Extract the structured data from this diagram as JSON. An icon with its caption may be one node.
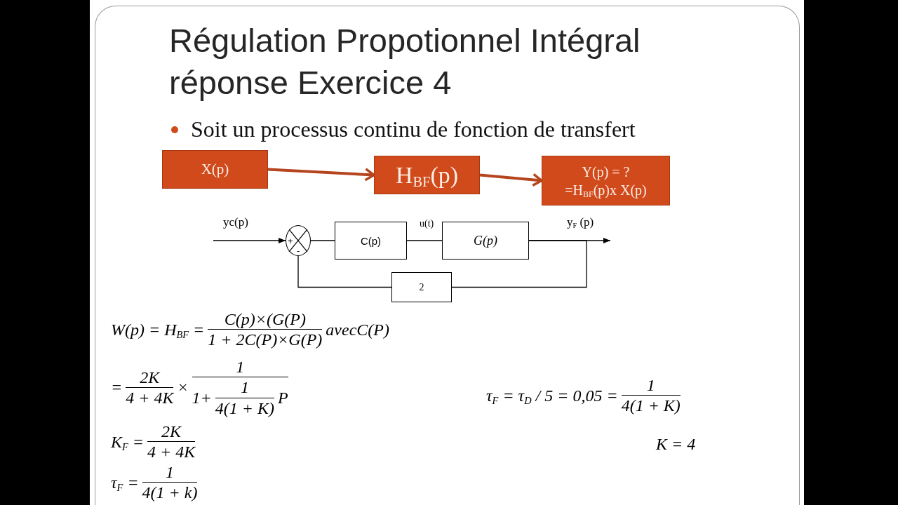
{
  "diagram": {
    "title": "Régulation Propotionnel Intégral réponse Exercice 4",
    "nodes": [
      {
        "text": [
          "X(p)"
        ]
      },
      {
        "text": [
          "H$_{BF}$(p)"
        ]
      },
      {
        "text": [
          "Y(p) = ?",
          "=H$_{BF}$(p)x X(p)"
        ]
      },
      {
        "text": [
          "+",
          "-"
        ]
      },
      {
        "text": [
          "C(p)"
        ]
      },
      {
        "text": [
          "G(p)"
        ]
      },
      {
        "text": [
          "2"
        ]
      }
    ],
    "edges": [
      {
        "from": 0,
        "to": 1,
        "arrow": "to",
        "style": "thick",
        "color": "#b5451f"
      },
      {
        "from": 1,
        "to": 2,
        "arrow": "to",
        "style": "thick",
        "color": "#b5451f"
      },
      {
        "from": null,
        "to": 3,
        "arrow": "to",
        "label": "yc(p)"
      },
      {
        "from": 3,
        "to": 4,
        "arrow": "none"
      },
      {
        "from": 4,
        "to": 5,
        "arrow": "none",
        "label": "u(t)"
      },
      {
        "from": 5,
        "to": null,
        "arrow": "to",
        "label": "y$_{F}$ (p)"
      },
      {
        "from": 5,
        "to": 6,
        "arrow": "none"
      },
      {
        "from": 6,
        "to": 3,
        "arrow": "none"
      }
    ],
    "labels": [
      "Soit un processus continu de fonction de transfert",
      "W(p) = H$_{BF}$ =",
      "C(p)×(G(P)",
      "1 + 2C(P)×G(P)",
      "avecC(P)",
      "=",
      "2K",
      "4 + 4K",
      "×",
      "1",
      "1+",
      "1",
      "4(1 + K)",
      "P",
      "K$_{F}$ =",
      "2K",
      "4 + 4K",
      "τ$_{F}$ =",
      "1",
      "4(1 + k)",
      "τ$_{F}$ = τ$_{D}$ / 5 = 0,05 =",
      "1",
      "4(1 + K)",
      "K = 4"
    ]
  }
}
